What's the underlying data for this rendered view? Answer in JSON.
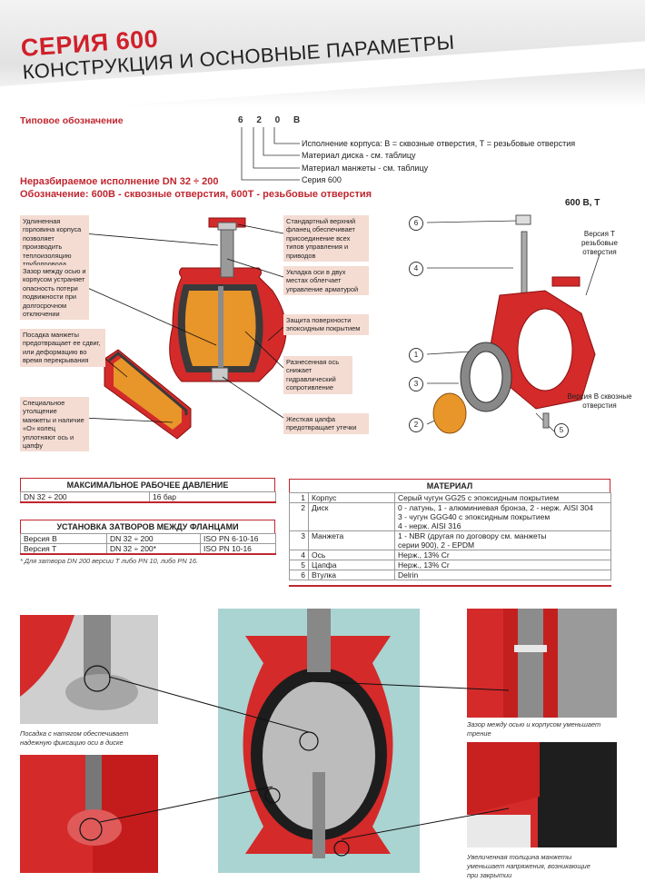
{
  "header": {
    "series": "СЕРИЯ 600",
    "subtitle": "КОНСТРУКЦИЯ И ОСНОВНЫЕ ПАРАМЕТРЫ"
  },
  "designation": {
    "label": "Типовое обозначение",
    "code": "6 2 0 B",
    "legend": [
      "Исполнение корпуса: В = сквозные отверстия, Т = резьбовые отверстия",
      "Материал диска - см. таблицу",
      "Материал манжеты - см. таблицу",
      "Серия 600"
    ]
  },
  "subheading": {
    "line1": "Неразбираемое исполнение DN 32 ÷ 200",
    "line2": "Обозначение: 600В - сквозные отверстия, 600Т - резьбовые отверстия"
  },
  "callouts_left": [
    "Удлиненная горловина корпуса позволяет производить теплоизоляцию трубопровода",
    "Зазор между осью и корпусом устраняет опасность потери подвижности при долгосрочном отключении",
    "Посадка манжеты предотвращает ее сдвиг, или деформацию во время перекрывания",
    "Специальное утолщение манжеты и наличие «О» колец уплотняют ось и цапфу"
  ],
  "callouts_right": [
    "Стандартный верхний фланец обеспечивает присоединение всех типов управления и приводов",
    "Укладка оси в двух местах облегчает управление арматурой",
    "Защита поверхности эпоксидным покрытием",
    "Разнесенная ось снижает гидравлический сопротивление",
    "Жесткая цапфа предотвращает утечки"
  ],
  "exploded": {
    "title": "600 B, T",
    "version_t": "Версия Т резьбовые отверстия",
    "version_b": "Версия В сквозные отверстия",
    "numbers": [
      "6",
      "4",
      "1",
      "3",
      "2",
      "5"
    ]
  },
  "pressure": {
    "title": "МАКСИМАЛЬНОЕ РАБОЧЕЕ ДАВЛЕНИЕ",
    "range": "DN 32 ÷ 200",
    "value": "16 бар"
  },
  "install": {
    "title": "УСТАНОВКА ЗАТВОРОВ МЕЖДУ ФЛАНЦАМИ",
    "rows": [
      [
        "Версия В",
        "DN 32 ÷ 200",
        "ISO PN 6-10-16"
      ],
      [
        "Версия Т",
        "DN 32 ÷ 200*",
        "ISO PN 10-16"
      ]
    ],
    "footnote": "* Для затвора DN 200 версии Т либо PN 10, либо PN 16."
  },
  "material": {
    "title": "МАТЕРИАЛ",
    "rows": [
      {
        "n": "1",
        "part": "Корпус",
        "desc": [
          "Серый чугун GG25 с эпоксидным покрытием"
        ]
      },
      {
        "n": "2",
        "part": "Диск",
        "desc": [
          "0 - латунь, 1 - алюминиевая бронза, 2 - нерж. AISI 304",
          "3 - чугун GGG40 с эпоксидным покрытием",
          "4 - нерж. AISI 316"
        ]
      },
      {
        "n": "3",
        "part": "Манжета",
        "desc": [
          "1 - NBR (другая по договору см. манжеты",
          "серии 900), 2 - EPDM"
        ]
      },
      {
        "n": "4",
        "part": "Ось",
        "desc": [
          "Нерж., 13% Cr"
        ]
      },
      {
        "n": "5",
        "part": "Цапфа",
        "desc": [
          "Нерж., 13% Cr"
        ]
      },
      {
        "n": "6",
        "part": "Втулка",
        "desc": [
          "Delrin"
        ]
      }
    ]
  },
  "captions": {
    "left": "Посадка с натягом обеспечивает надежную фиксацию оси в диске",
    "right_top": "Зазор между осью и корпусом уменьшает трение",
    "right_bottom": "Увеличенная толщина манжеты уменьшает напряжения, возникающие при закрытии"
  },
  "colors": {
    "accent": "#c0262f",
    "valve_red": "#d42a2a",
    "cuff_orange": "#e8952a",
    "callout_bg": "#f4dcd3",
    "photo_bg": "#a9d4d2"
  }
}
